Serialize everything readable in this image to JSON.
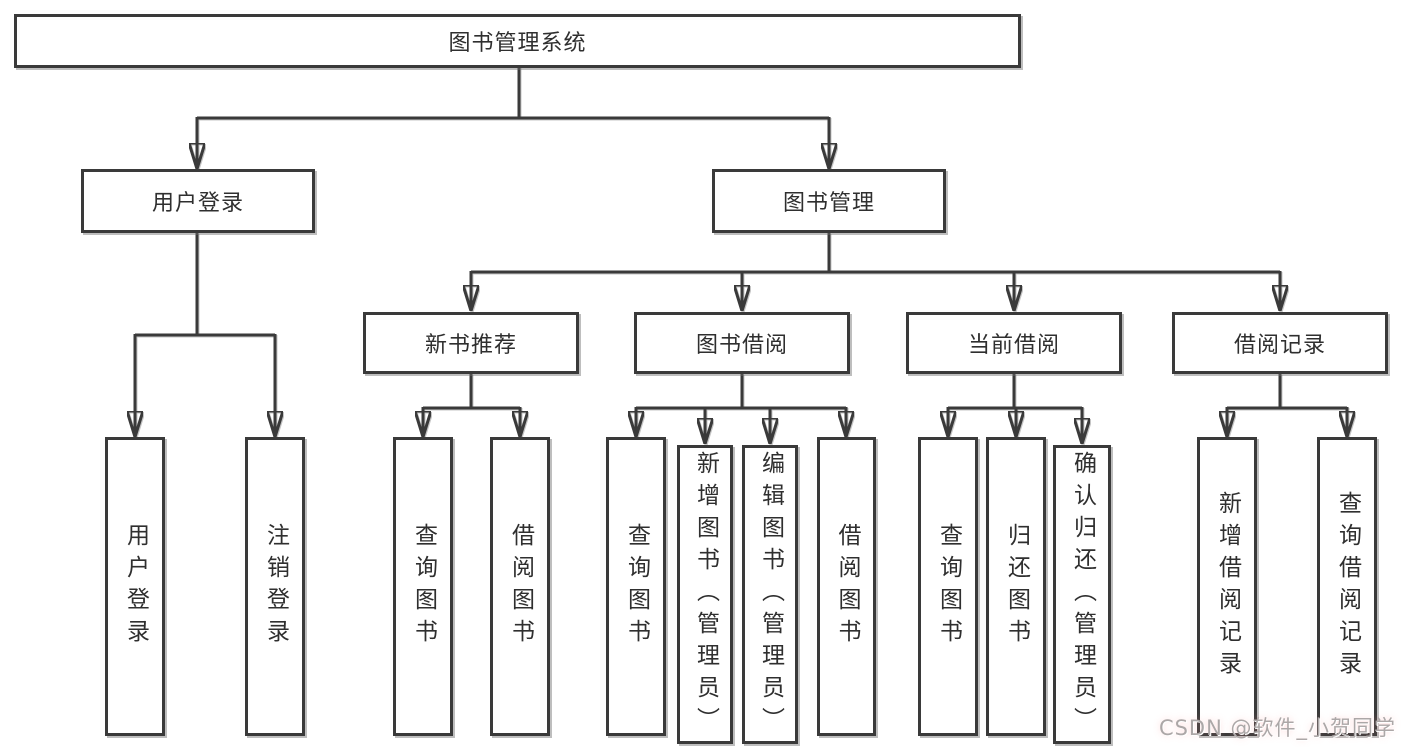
{
  "tree": {
    "label": "图书管理系统",
    "children": [
      {
        "label": "用户登录",
        "children": [
          {
            "label": "用户登录"
          },
          {
            "label": "注销登录"
          }
        ]
      },
      {
        "label": "图书管理",
        "children": [
          {
            "label": "新书推荐",
            "children": [
              {
                "label": "查询图书"
              },
              {
                "label": "借阅图书"
              }
            ]
          },
          {
            "label": "图书借阅",
            "children": [
              {
                "label": "查询图书"
              },
              {
                "label": "新增图书（管理员）"
              },
              {
                "label": "编辑图书（管理员）"
              },
              {
                "label": "借阅图书"
              }
            ]
          },
          {
            "label": "当前借阅",
            "children": [
              {
                "label": "查询图书"
              },
              {
                "label": "归还图书"
              },
              {
                "label": "确认归还（管理员）"
              }
            ]
          },
          {
            "label": "借阅记录",
            "children": [
              {
                "label": "新增借阅记录"
              },
              {
                "label": "查询借阅记录"
              }
            ]
          }
        ]
      }
    ]
  },
  "watermark": {
    "text": "CSDN @软件_小贺同学"
  },
  "colors": {
    "line": "#3a3a3a",
    "text": "#2f2f2f",
    "background": "#ffffff",
    "watermark": "#aca7a7"
  }
}
